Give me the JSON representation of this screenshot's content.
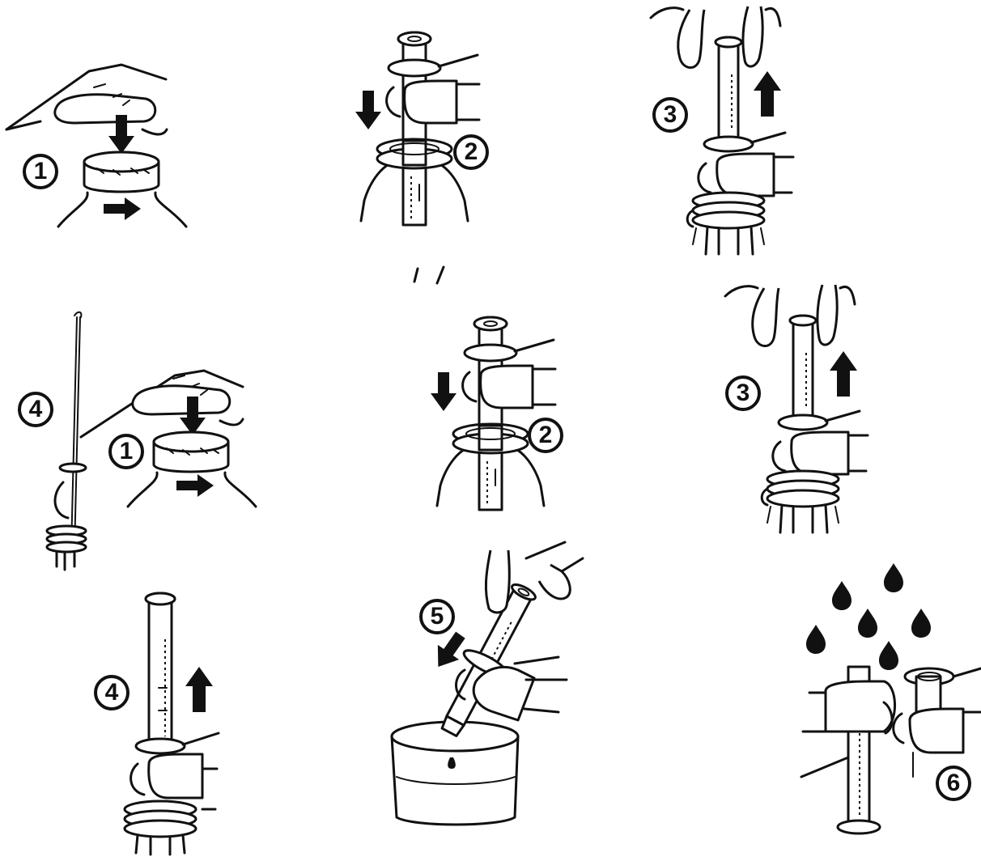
{
  "illustration": {
    "panels": [
      {
        "id": "row1-col1",
        "step_label": "1",
        "arrows": [
          "down",
          "right"
        ]
      },
      {
        "id": "row1-col2",
        "step_label": "2",
        "arrows": [
          "down"
        ]
      },
      {
        "id": "row1-col3",
        "step_label": "3",
        "arrows": [
          "up"
        ]
      },
      {
        "id": "row2-col1",
        "step_labels": [
          "4",
          "1"
        ],
        "arrows": [
          "down",
          "right"
        ]
      },
      {
        "id": "row2-col2",
        "step_label": "2",
        "arrows": [
          "down"
        ]
      },
      {
        "id": "row2-col3",
        "step_label": "3",
        "arrows": [
          "up"
        ]
      },
      {
        "id": "row3-col1",
        "step_label": "4",
        "arrows": [
          "up"
        ]
      },
      {
        "id": "row3-col2",
        "step_label": "5",
        "arrows": [
          "down-left"
        ]
      },
      {
        "id": "row3-col3",
        "step_label": "6",
        "drops": 6
      }
    ],
    "colors": {
      "ink": "#111111",
      "background": "#ffffff"
    }
  }
}
